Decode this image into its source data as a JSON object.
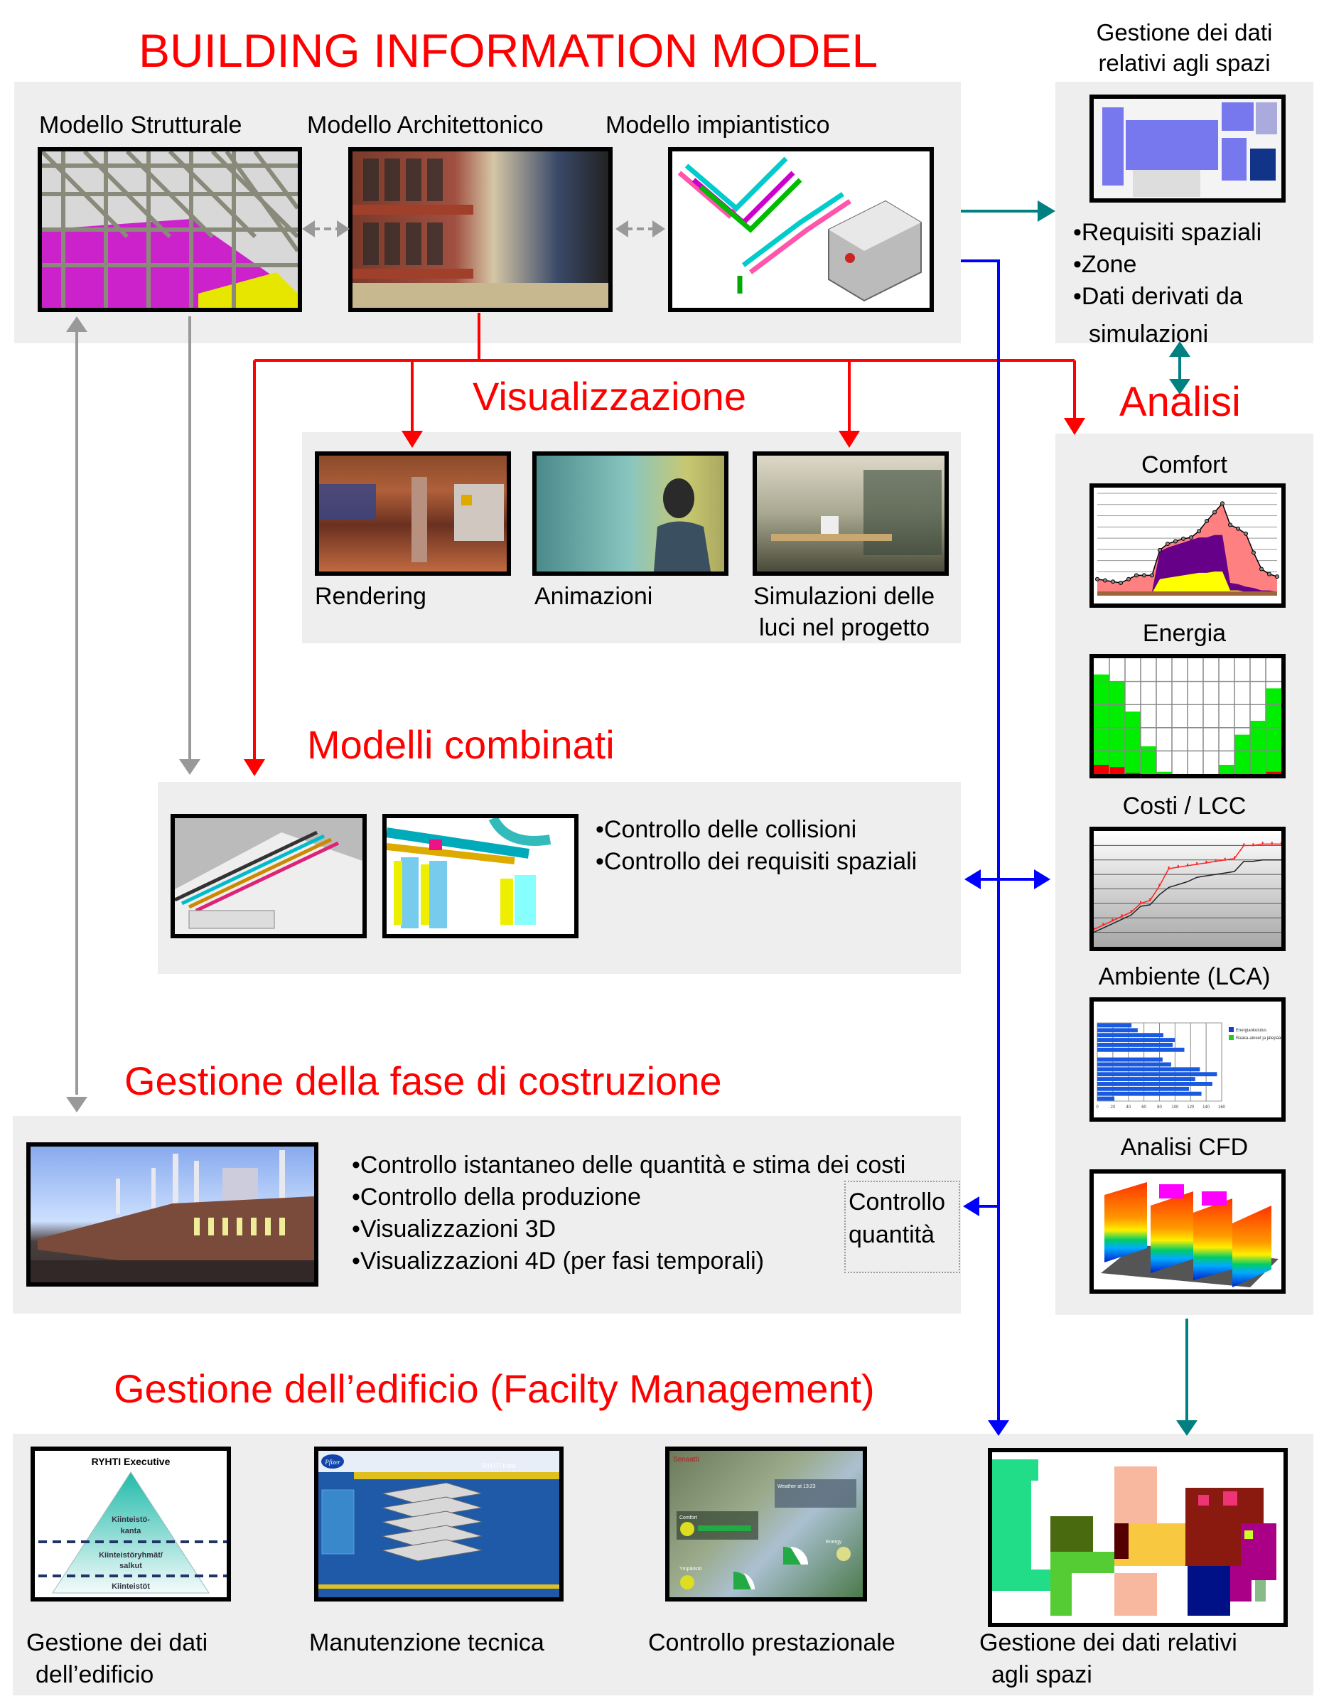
{
  "title": "BUILDING INFORMATION MODEL",
  "bim": {
    "models": [
      {
        "label": "Modello Strutturale",
        "image": "structural-model-image"
      },
      {
        "label": "Modello Architettonico",
        "image": "architectural-model-image"
      },
      {
        "label": "Modello impiantistico",
        "image": "mep-model-image"
      }
    ]
  },
  "space_data": {
    "title_line1": "Gestione dei dati",
    "title_line2": "relativi agli spazi",
    "bullets": [
      "Requisiti spaziali",
      "Zone",
      "Dati derivati da"
    ],
    "bullet_continuation": "simulazioni"
  },
  "visualization": {
    "title": "Visualizzazione",
    "items": [
      {
        "label": "Rendering"
      },
      {
        "label": "Animazioni"
      },
      {
        "label_line1": "Simulazioni delle",
        "label_line2": "luci nel progetto"
      }
    ]
  },
  "analysis": {
    "title": "Analisi",
    "charts": [
      {
        "title": "Comfort"
      },
      {
        "title": "Energia"
      },
      {
        "title": "Costi / LCC"
      },
      {
        "title": "Ambiente (LCA)"
      },
      {
        "title": "Analisi CFD"
      }
    ]
  },
  "combined_models": {
    "title": "Modelli combinati",
    "bullets": [
      "Controllo delle collisioni",
      "Controllo dei requisiti spaziali"
    ]
  },
  "construction": {
    "title": "Gestione della fase di costruzione",
    "bullets": [
      "Controllo istantaneo delle quantità e stima dei costi",
      "Controllo della produzione",
      "Visualizzazioni 3D",
      "Visualizzazioni 4D (per fasi temporali)"
    ],
    "quantity_box_line1": "Controllo",
    "quantity_box_line2": "quantità"
  },
  "facility": {
    "title": "Gestione dell’edificio (Facilty Management)",
    "items": [
      {
        "label_line1": "Gestione dei dati",
        "label_line2": "dell’edificio"
      },
      {
        "label_line1": "Manutenzione tecnica",
        "label_line2": ""
      },
      {
        "label_line1": "Controllo prestazionale",
        "label_line2": ""
      },
      {
        "label_line1": "Gestione dei dati relativi",
        "label_line2": "agli spazi"
      }
    ],
    "pyramid": {
      "title": "RYHTI Executive",
      "levels": [
        "Kiinteistö-",
        "kanta",
        "Kiinteistöryhmät/",
        "salkut",
        "Kiinteistöt"
      ]
    },
    "intranet_brand": "Pfizer",
    "intranet_title": "RYHTI Intra",
    "dashboard_brand": "Senaatti",
    "dashboard_weather": "Weather at 13:23",
    "dashboard_labels": [
      "Comfort",
      "Energy",
      "Ympäristö"
    ]
  },
  "colors": {
    "title_red": "#ff0000",
    "panel_gray": "#eeeeee",
    "arrow_gray": "#999999",
    "arrow_blue": "#0000ff",
    "arrow_teal": "#008080",
    "arrow_red": "#ff0000"
  },
  "chart_data": [
    {
      "type": "area",
      "title": "Comfort",
      "x": [
        1,
        2,
        3,
        4,
        5,
        6,
        7,
        8,
        9,
        10,
        11,
        12,
        13,
        14,
        15,
        16,
        17,
        18,
        19,
        20,
        21,
        22,
        23,
        24
      ],
      "series": [
        {
          "name": "total (line)",
          "values": [
            12,
            11,
            10,
            9,
            12,
            15,
            15,
            15,
            35,
            40,
            42,
            44,
            45,
            50,
            58,
            65,
            72,
            55,
            52,
            48,
            33,
            20,
            16,
            14
          ]
        },
        {
          "name": "purple band",
          "values": [
            1,
            1,
            1,
            1,
            1,
            1,
            1,
            1,
            22,
            24,
            25,
            26,
            27,
            28,
            28,
            29,
            29,
            6,
            5,
            4,
            3,
            2,
            2,
            1
          ]
        },
        {
          "name": "yellow band",
          "values": [
            1,
            1,
            1,
            1,
            1,
            1,
            1,
            1,
            12,
            13,
            14,
            15,
            16,
            17,
            17,
            18,
            18,
            3,
            3,
            2,
            2,
            1,
            1,
            1
          ]
        }
      ],
      "grid": true
    },
    {
      "type": "bar",
      "title": "Energia",
      "categories": [
        "1",
        "2",
        "3",
        "4",
        "5",
        "6",
        "7",
        "8",
        "9",
        "10",
        "11",
        "12"
      ],
      "series": [
        {
          "name": "green",
          "values": [
            4.3,
            4.0,
            2.7,
            1.2,
            0.1,
            0,
            0,
            0,
            0.4,
            1.7,
            2.3,
            3.7
          ]
        },
        {
          "name": "red",
          "values": [
            0.4,
            0.3,
            0.05,
            0,
            0,
            0,
            0,
            0,
            0,
            0,
            0,
            0.1
          ]
        }
      ],
      "ylim": [
        0,
        5
      ],
      "grid": true
    },
    {
      "type": "line",
      "title": "Costi / LCC",
      "x": [
        0,
        1,
        2,
        3,
        4,
        5,
        6,
        7,
        8,
        9,
        10,
        11,
        12,
        13,
        14,
        15,
        16,
        17,
        18,
        19,
        20
      ],
      "series": [
        {
          "name": "red",
          "values": [
            1.2,
            1.5,
            1.8,
            2.1,
            2.4,
            3.0,
            3.2,
            4.2,
            5.4,
            5.5,
            5.6,
            5.7,
            5.8,
            5.9,
            6.0,
            6.1,
            7.0,
            7.0,
            7.1,
            7.1,
            7.1
          ]
        },
        {
          "name": "black",
          "values": [
            1.0,
            1.3,
            1.6,
            1.9,
            2.2,
            2.8,
            2.9,
            3.6,
            4.1,
            4.3,
            4.5,
            4.8,
            4.9,
            5.0,
            5.1,
            5.2,
            5.9,
            5.9,
            6.0,
            6.0,
            6.0
          ]
        }
      ],
      "ylim": [
        0,
        8
      ],
      "grid": true
    },
    {
      "type": "bar",
      "title": "Ambiente (LCA)",
      "orientation": "horizontal",
      "categories": [
        "1",
        "2",
        "3",
        "4",
        "5",
        "6",
        "7",
        "8",
        "9",
        "10",
        "11",
        "12",
        "13",
        "14",
        "15",
        "16"
      ],
      "series": [
        {
          "name": "Energiankulutus",
          "values": [
            44,
            52,
            85,
            100,
            97,
            112,
            0,
            84,
            95,
            132,
            154,
            126,
            148,
            118,
            134,
            22
          ]
        }
      ],
      "xticks": [
        "0",
        "20",
        "40",
        "60",
        "80",
        "100",
        "120",
        "140",
        "160"
      ],
      "xlim": [
        0,
        160
      ],
      "legend": [
        "Energiankulutus",
        "Raaka-aineet ja jätepäästöt"
      ],
      "legend_position": "right",
      "grid": true
    }
  ]
}
